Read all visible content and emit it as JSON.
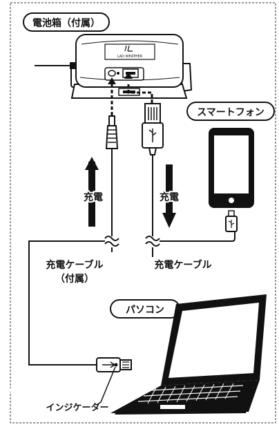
{
  "labels": {
    "battery_box": "電池箱（付属）",
    "smartphone": "スマートフォン",
    "pc": "パソコン",
    "charge_left": "充電",
    "charge_right": "充電",
    "cable_left_line1": "充電ケーブル",
    "cable_left_line2": "（付属）",
    "cable_right": "充電ケーブル",
    "indicator": "インジケーター",
    "logo_text": "LAD WEATHER"
  }
}
